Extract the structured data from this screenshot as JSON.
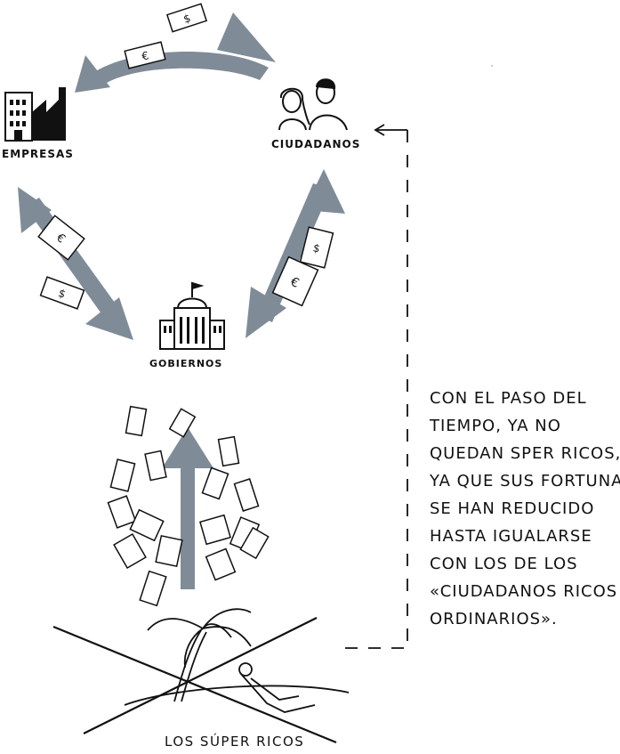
{
  "labels": {
    "empresas": "EMPRESAS",
    "ciudadanos": "CIUDADANOS",
    "gobiernos": "GOBIERNOS",
    "super_ricos": "LOS SÚPER RICOS"
  },
  "note_lines": [
    "CON EL PASO DEL",
    "TIEMPO, YA NO",
    "QUEDAN SPER RICOS,",
    "YA QUE SUS FORTUNAS",
    "SE HAN REDUCIDO",
    "HASTA IGUALARSE",
    "CON LOS DE LOS",
    "«CIUDADANOS RICOS",
    "ORDINARIOS»."
  ],
  "banknote_symbols": [
    "$",
    "€"
  ],
  "colors": {
    "arrow": "#7f8c98",
    "ink": "#111111",
    "background": "#ffffff"
  }
}
